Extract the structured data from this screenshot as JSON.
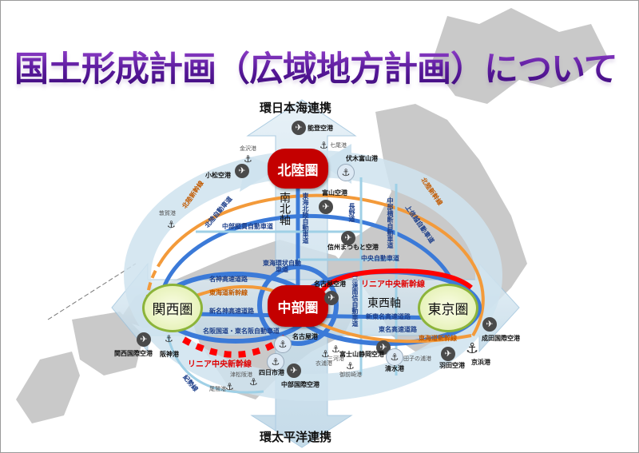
{
  "title": "国土形成計画（広域地方計画）について",
  "links": {
    "north": "環日本海連携",
    "south": "環太平洋連携"
  },
  "hubs": {
    "hokuriku": "北陸圏",
    "chubu": "中部圏",
    "kansai": "関西圏",
    "tokyo": "東京圏"
  },
  "axes": {
    "north_south": "南北軸",
    "east_west": "東西軸"
  },
  "routes": {
    "hokuriku_shinkansen_w": "北陸新幹線",
    "hokuriku_shinkansen_e": "北陸新幹線",
    "hokuriku_expressway": "北陸自動車道",
    "joshinetsu_expressway": "上信越自動車道",
    "chubu_jukan": "中部縦貫自動車道",
    "tokai_hokuriku": "東海北陸自動車道",
    "nagano": "長野道",
    "chubu_odan": "中部横断自動車道",
    "chuo": "中央自動車道",
    "tokai_kanjo": "東海環状自動車道",
    "meishin": "名神高速道路",
    "tokaido_shinkansen_w": "東海道新幹線",
    "shin_meishin": "新名神高速道路",
    "meihan": "名阪国道・東名阪自動車道",
    "linear_w": "リニア中央新幹線",
    "linear_e": "リニア中央新幹線",
    "san_en_nanshin": "三遠南信自動車道",
    "shin_tomei": "新東名高速道路",
    "tomei": "東名高速道路",
    "tokaido_shinkansen_e": "東海道新幹線",
    "kisei": "紀勢線"
  },
  "airports": {
    "noto": "能登空港",
    "komatsu": "小松空港",
    "toyama": "富山空港",
    "matsumoto": "信州まつもと空港",
    "nagoya": "名古屋空港",
    "centrair": "中部国際空港",
    "shizuoka": "富士山静岡空港",
    "haneda": "羽田空港",
    "narita": "成田国際空港",
    "kansai": "関西国際空港"
  },
  "ports": {
    "nanao": "七尾港",
    "kanazawa": "金沢港",
    "fushiki_toyama": "伏木富山港",
    "tsuruga": "敦賀港",
    "hanshin": "阪神港",
    "nagoya": "名古屋港",
    "yokkaichi": "四日市港",
    "tsu_matsusaka": "津松阪港",
    "owase": "尾鷲港",
    "kinuura": "衣浦港",
    "mikawa": "三河港",
    "omaezaki": "御前崎港",
    "shimizu": "清水港",
    "tagonoura": "田子の浦港",
    "keihin": "京浜港"
  },
  "colors": {
    "title": "#5a1a9c",
    "hub_red": "#c40000",
    "hub_green": "#dfeea8",
    "road": "#3b7ad8",
    "shinkansen": "#f39a3a",
    "linear": "#ff0000",
    "band": "#cfe3ef",
    "land": "#c9c9c9"
  }
}
